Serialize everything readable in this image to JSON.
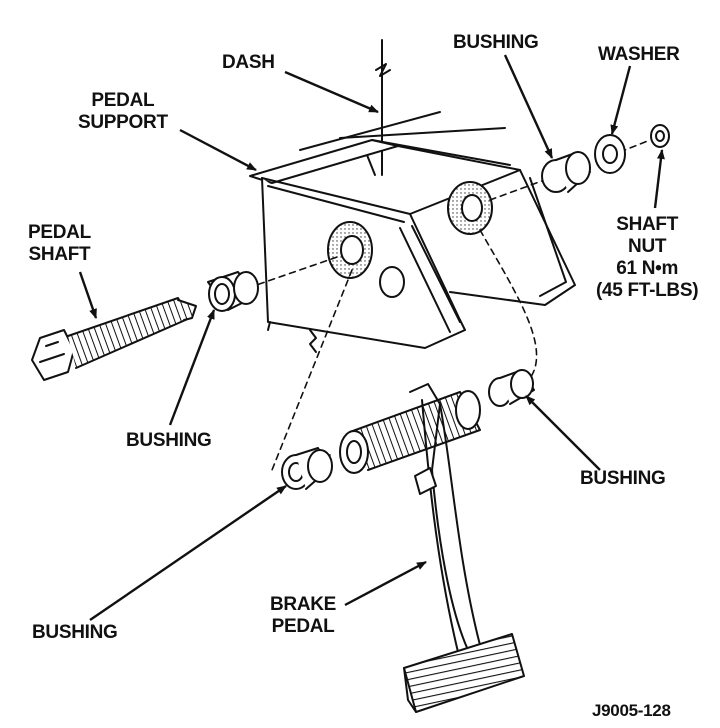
{
  "labels": {
    "dash": "DASH",
    "pedal_support": [
      "PEDAL",
      "SUPPORT"
    ],
    "pedal_shaft": [
      "PEDAL",
      "SHAFT"
    ],
    "bushing_top": "BUSHING",
    "washer": "WASHER",
    "shaft_nut": [
      "SHAFT",
      "NUT",
      "61 N•m",
      "(45 FT-LBS)"
    ],
    "bushing_left": "BUSHING",
    "bushing_right": "BUSHING",
    "bushing_bottom": "BUSHING",
    "brake_pedal": [
      "BRAKE",
      "PEDAL"
    ],
    "figure_id": "J9005-128"
  },
  "colors": {
    "ink": "#111111",
    "paper": "#ffffff"
  }
}
